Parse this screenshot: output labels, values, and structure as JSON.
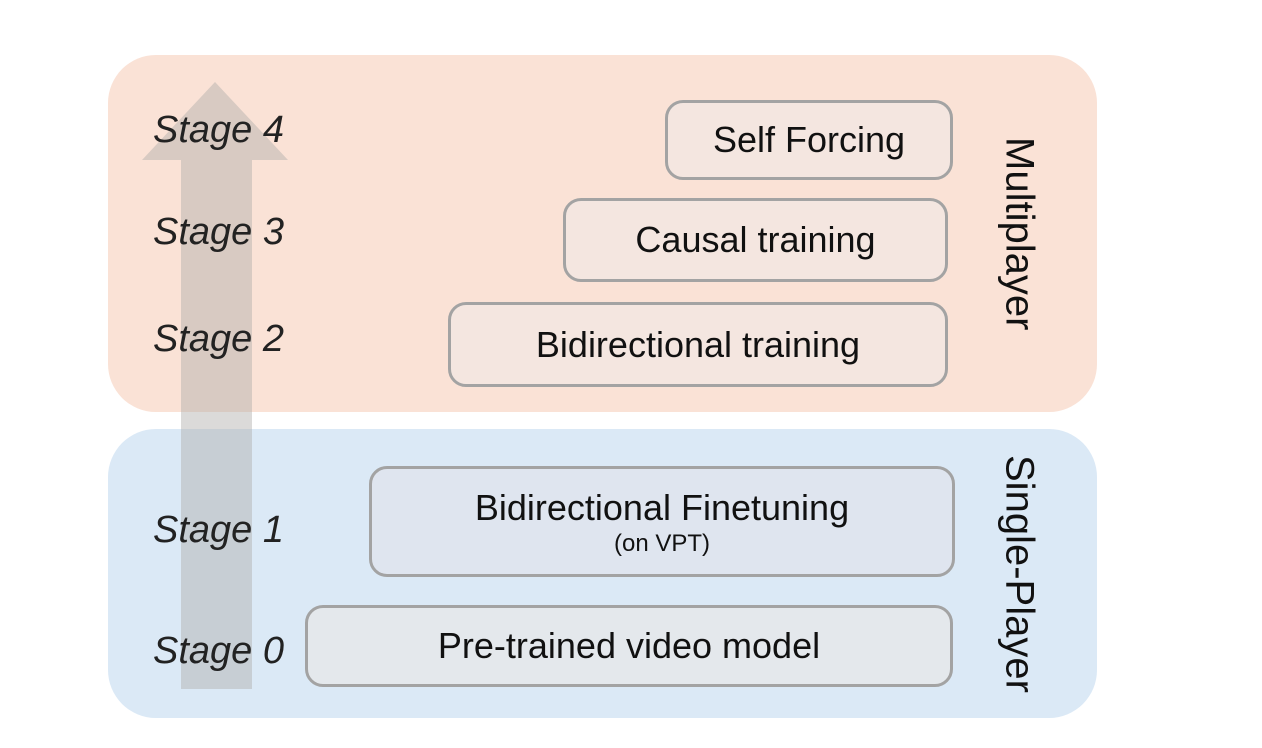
{
  "figure_type": "training-pipeline-diagram",
  "colors": {
    "peach_panel": "#fae2d6",
    "blue_panel": "#dbe9f6",
    "peach_box": "#f4e6e0",
    "blue_box": "#dfe5ef",
    "gray_box": "#e4e8ec",
    "box_border": "#a3a3a3",
    "text": "#111111"
  },
  "groups": {
    "multiplayer": {
      "label": "Multiplayer"
    },
    "single_player": {
      "label": "Single-Player"
    }
  },
  "arrow": {
    "direction": "up",
    "meaning": "progression from Stage 0 to Stage 4"
  },
  "stages": [
    {
      "label": "Stage 4",
      "box_title": "Self Forcing",
      "box_subtitle": "",
      "group": "Multiplayer"
    },
    {
      "label": "Stage 3",
      "box_title": "Causal training",
      "box_subtitle": "",
      "group": "Multiplayer"
    },
    {
      "label": "Stage 2",
      "box_title": "Bidirectional training",
      "box_subtitle": "",
      "group": "Multiplayer"
    },
    {
      "label": "Stage 1",
      "box_title": "Bidirectional Finetuning",
      "box_subtitle": "(on VPT)",
      "group": "Single-Player"
    },
    {
      "label": "Stage 0",
      "box_title": "Pre-trained video model",
      "box_subtitle": "",
      "group": "Single-Player"
    }
  ]
}
